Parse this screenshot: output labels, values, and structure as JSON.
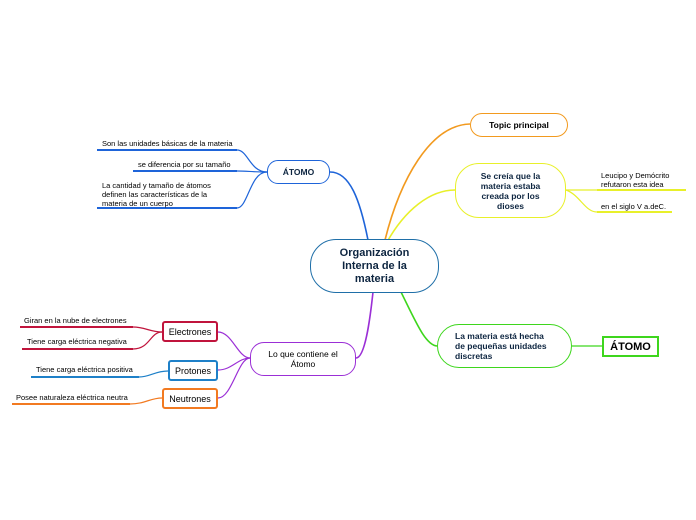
{
  "central": {
    "title": "Organización Interna de la materia"
  },
  "topic_principal": {
    "label": "Topic principal"
  },
  "dioses": {
    "label": "Se creía que la materia estaba creada por los dioses",
    "children": [
      "Leucipo y Demócrito refutaron esta idea",
      "en el siglo V a.deC."
    ]
  },
  "pequenas": {
    "label": "La materia está hecha de pequeñas unidades discretas",
    "child": "ÁTOMO"
  },
  "atomo_def": {
    "label": "ÁTOMO",
    "children": [
      "Son las unidades básicas de la materia",
      "se diferencia por su tamaño",
      "La cantidad y tamaño de átomos definen las características de la materia de un cuerpo"
    ]
  },
  "contiene": {
    "label": "Lo que contiene el Átomo",
    "electrones": {
      "label": "Electrones",
      "children": [
        "Giran en la nube de electrones",
        "Tiene carga eléctrica negativa"
      ]
    },
    "protones": {
      "label": "Protones",
      "children": [
        "Tiene carga eléctrica positiva"
      ]
    },
    "neutrones": {
      "label": "Neutrones",
      "children": [
        "Posee naturaleza eléctrica neutra"
      ]
    }
  },
  "colors": {
    "central": "#1f6fa8",
    "orange": "#f29a1f",
    "yellow": "#e8f02a",
    "green": "#3ed61d",
    "blue": "#1e64d9",
    "purple": "#9b2fd6",
    "crimson": "#c0143c",
    "teal": "#1e80c8",
    "neutral_orange": "#f27a21"
  }
}
